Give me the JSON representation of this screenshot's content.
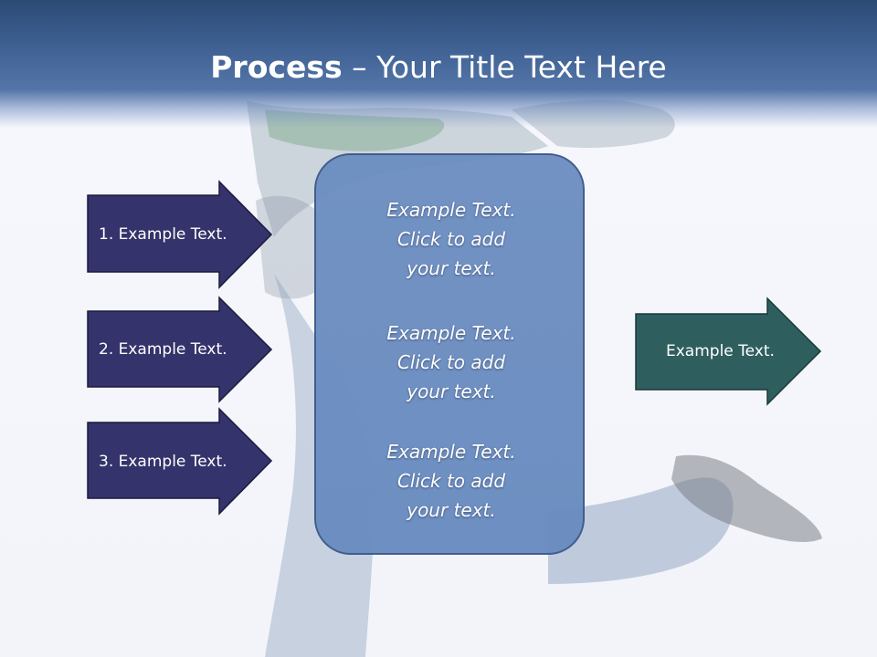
{
  "title": {
    "bold": "Process",
    "dash": " – ",
    "rest": "Your Title Text Here"
  },
  "inputs": [
    {
      "label": "1. Example Text."
    },
    {
      "label": "2. Example Text."
    },
    {
      "label": "3. Example Text."
    }
  ],
  "center_blocks": [
    {
      "line1": "Example Text.",
      "line2": "Click  to add",
      "line3": "your text."
    },
    {
      "line1": "Example Text.",
      "line2": "Click  to add",
      "line3": "your text."
    },
    {
      "line1": "Example Text.",
      "line2": "Click  to add",
      "line3": "your text."
    }
  ],
  "output": {
    "label": "Example Text."
  },
  "colors": {
    "title_bar": "#3d5f91",
    "input_arrow_fill": "#35336b",
    "input_arrow_stroke": "#1c1a40",
    "center_box_fill": "#6a8cc0",
    "output_arrow_fill": "#2f5e5e",
    "output_arrow_stroke": "#183838"
  }
}
